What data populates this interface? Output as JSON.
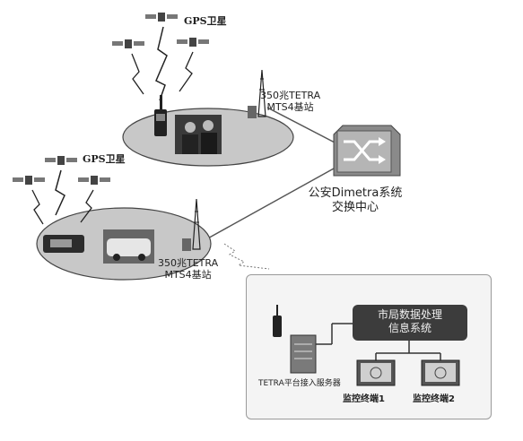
{
  "satellite_label_top": "GPS卫星",
  "satellite_label_left": "GPS卫星",
  "base_station_top": {
    "line1": "350兆TETRA",
    "line2": "MTS4基站"
  },
  "base_station_bottom": {
    "line1": "350兆TETRA",
    "line2": "MTS4基站"
  },
  "switching_center": {
    "line1": "公安Dimetra系统",
    "line2": "交换中心"
  },
  "server_label": "TETRA平台接入服务器",
  "processing_system": {
    "line1": "市局数据处理",
    "line2": "信息系统"
  },
  "terminal_1": "监控终端1",
  "terminal_2": "监控终端2"
}
